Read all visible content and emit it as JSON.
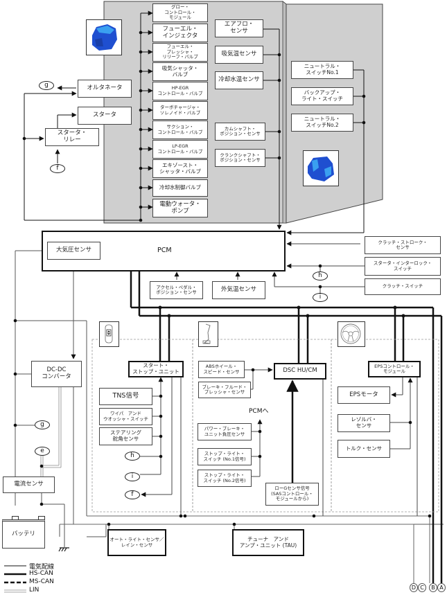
{
  "engine_group": {
    "actuators": [
      {
        "id": "glow",
        "label": "グロー・\nコントロール・\nモジュール"
      },
      {
        "id": "injector",
        "label": "フューエル・\nインジェクタ"
      },
      {
        "id": "fprv",
        "label": "フューエル・\nプレッシャ・\nリリーフ・バルブ"
      },
      {
        "id": "intake-shutter",
        "label": "吸気シャッタ・\nバルブ"
      },
      {
        "id": "hp-egr",
        "label": "HP-EGR\nコントロール・バルブ"
      },
      {
        "id": "turbo",
        "label": "ターボチャージャ・\nソレノイド・バルブ"
      },
      {
        "id": "suction",
        "label": "サクション・\nコントロール・バルブ"
      },
      {
        "id": "lp-egr",
        "label": "LP-EGR\nコントロール・バルブ"
      },
      {
        "id": "exhaust-shutter",
        "label": "エキゾースト・\nシャッタ・バルブ"
      },
      {
        "id": "coolant-valve",
        "label": "冷却水制御バルブ"
      },
      {
        "id": "water-pump",
        "label": "電動ウォータ・\nポンプ"
      }
    ],
    "sensors": [
      {
        "id": "airflow",
        "label": "エアフロ・\nセンサ"
      },
      {
        "id": "intake-temp",
        "label": "吸気温センサ"
      },
      {
        "id": "coolant-temp",
        "label": "冷却水温センサ"
      },
      {
        "id": "camshaft",
        "label": "カムシャフト・\nポジション・センサ"
      },
      {
        "id": "crankshaft",
        "label": "クランクシャフト・\nポジション・センサ"
      }
    ],
    "transmission": [
      {
        "id": "neutral1",
        "label": "ニュートラル・\nスイッチNo.1"
      },
      {
        "id": "backup",
        "label": "バックアップ・\nライト・スイッチ"
      },
      {
        "id": "neutral2",
        "label": "ニュートラル・\nスイッチNo.2"
      }
    ]
  },
  "left": {
    "alternator": "オルタネータ",
    "starter": "スタータ",
    "starter_relay": "スタータ・\nリレー",
    "dcdc": "DC-DC\nコンバータ",
    "current_sensor": "電流センサ",
    "battery": "バッテリ"
  },
  "pcm": {
    "title": "PCM",
    "baro": "大気圧センサ",
    "accel": "アクセル・ペダル・\nポジション・センサ",
    "ambient": "外気温センサ",
    "clutch_stroke": "クラッチ・ストローク・\nセンサ",
    "starter_interlock": "スタータ・インターロック・\nスイッチ",
    "clutch_switch": "クラッチ・スイッチ"
  },
  "start_stop": {
    "unit": "スタート・\nストップ・ユニット",
    "tns": "TNS信号",
    "wiper": "ワイパ　アンド\nウオッシャ・スイッチ",
    "steering": "ステアリング\n舵角センサ"
  },
  "dsc": {
    "unit": "DSC HU/CM",
    "abs": "ABSホイール・\nスピード・センサ",
    "brake_fluid": "ブレーキ・フルード・\nプレッシャ・センサ",
    "to_pcm": "PCMへ",
    "power_brake": "パワー・ブレーキ・\nユニット負圧センサ",
    "stop1": "ストップ・ライト・\nスイッチ (No.1信号)",
    "stop2": "ストップ・ライト・\nスイッチ (No.2信号)",
    "low_g": "ローGセンサ信号\n(SASコントロール・\nモジュールから)"
  },
  "eps": {
    "unit": "EPSコントロール・\nモジュール",
    "motor": "EPSモータ",
    "resolver": "レゾルバ・\nセンサ",
    "torque": "トルク・センサ"
  },
  "bottom": {
    "auto_light": "オート・ライト・センサ／\nレイン・センサ",
    "tuner": "チューナ　アンド\nアンプ・ユニット (TAU)"
  },
  "refs": {
    "e": "e",
    "f": "f",
    "g": "g",
    "h": "h",
    "i": "i"
  },
  "connectors": {
    "a": "A",
    "b": "B",
    "c": "C",
    "d": "D"
  },
  "legend": [
    {
      "type": "wire",
      "label": "電気配線"
    },
    {
      "type": "hs-can",
      "label": "HS-CAN"
    },
    {
      "type": "ms-can",
      "label": "MS-CAN"
    },
    {
      "type": "lin",
      "label": "LIN"
    }
  ],
  "icons": [
    "engine-icon",
    "transmission-icon",
    "smart-key-icon",
    "brake-pedal-icon",
    "steering-wheel-icon",
    "ground-icon"
  ]
}
